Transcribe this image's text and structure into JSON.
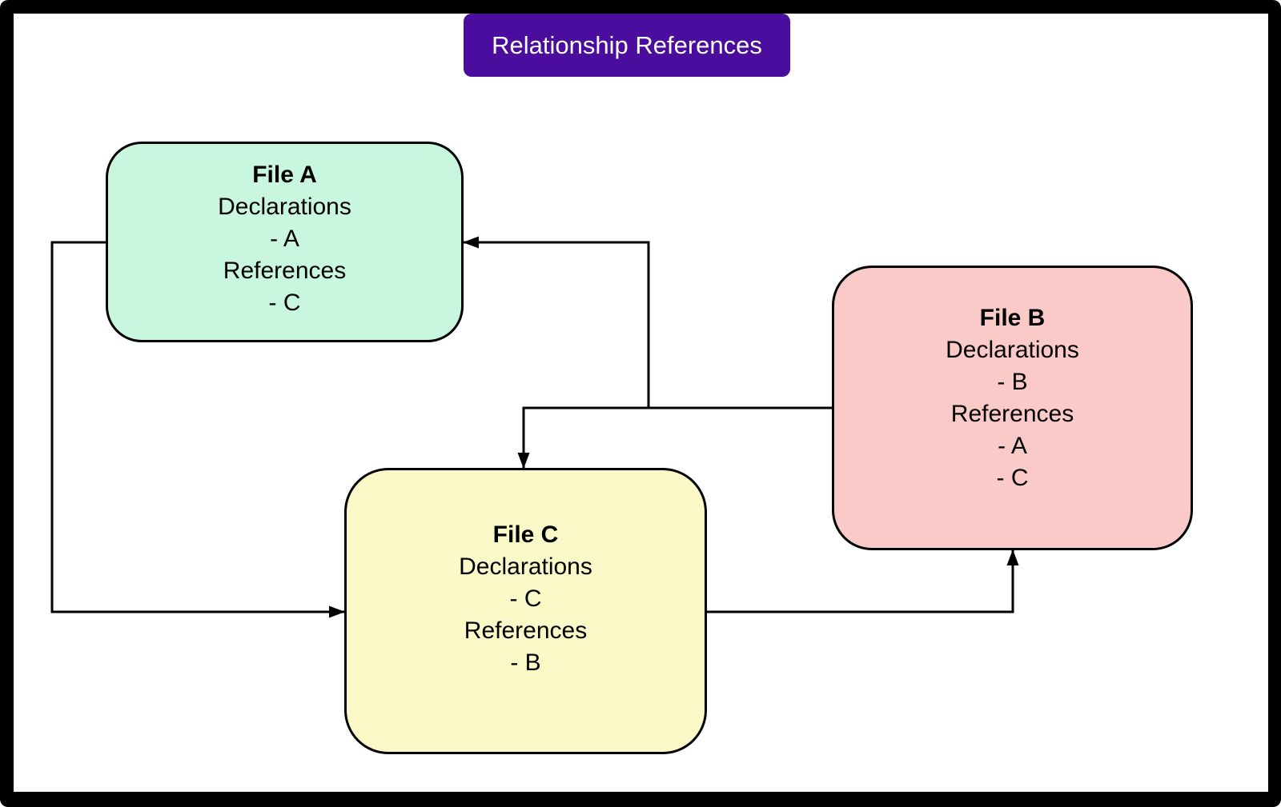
{
  "title": "Relationship References",
  "colors": {
    "frame": "#000000",
    "canvas_bg": "#FFFFFF",
    "title_bg": "#4B0D9D",
    "title_text": "#FFFFFF",
    "edge": "#000000",
    "node_border": "#000000",
    "file_a_bg": "#C9F6DF",
    "file_b_bg": "#FACAC8",
    "file_c_bg": "#FBF9C8"
  },
  "nodes": {
    "file_a": {
      "title": "File A",
      "lines": [
        "Declarations",
        "- A",
        "References",
        "- C"
      ]
    },
    "file_b": {
      "title": "File B",
      "lines": [
        "Declarations",
        "- B",
        "References",
        "- A",
        "- C"
      ]
    },
    "file_c": {
      "title": "File C",
      "lines": [
        "Declarations",
        "- C",
        "References",
        "- B"
      ]
    }
  },
  "edges": [
    {
      "from": "File B",
      "to": "File A"
    },
    {
      "from": "File B",
      "to": "File C"
    },
    {
      "from": "File A",
      "to": "File C"
    },
    {
      "from": "File C",
      "to": "File B"
    }
  ]
}
